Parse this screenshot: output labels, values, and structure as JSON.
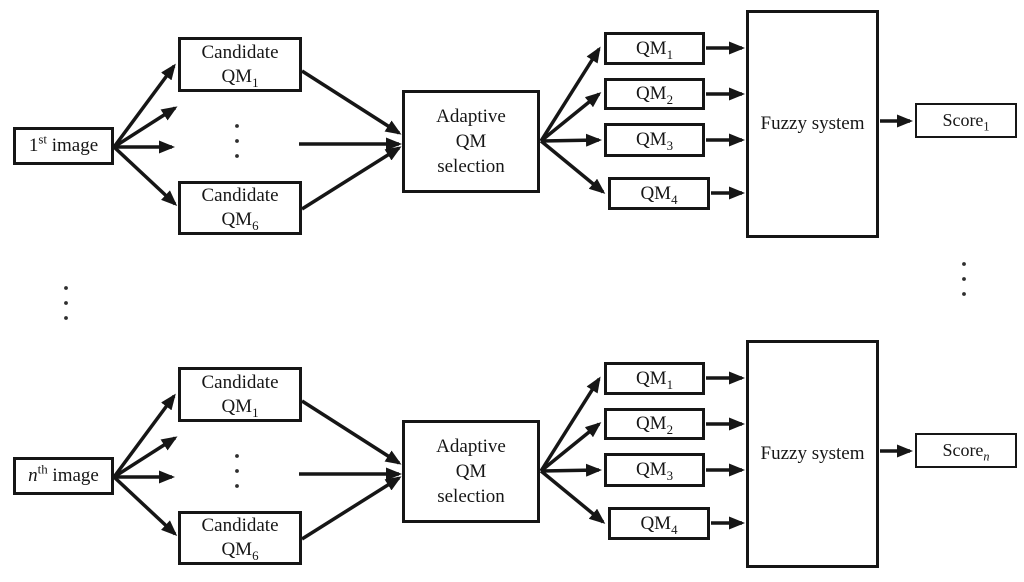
{
  "colors": {
    "line": "#161616",
    "background": "#ffffff"
  },
  "icons": {
    "vertical_ellipsis": "⋮",
    "arrowhead": "filled-triangle"
  },
  "rows": [
    {
      "input": {
        "base": "1",
        "sup": "st",
        "rest": " image"
      },
      "candidates": [
        {
          "line1": "Candidate",
          "base": "QM",
          "sub": "1"
        },
        {
          "line1": "Candidate",
          "base": "QM",
          "sub": "6"
        }
      ],
      "adaptive": {
        "line1": "Adaptive",
        "line2": "QM",
        "line3": "selection"
      },
      "qms": [
        {
          "base": "QM",
          "sub": "1"
        },
        {
          "base": "QM",
          "sub": "2"
        },
        {
          "base": "QM",
          "sub": "3"
        },
        {
          "base": "QM",
          "sub": "4"
        }
      ],
      "fuzzy": {
        "label": "Fuzzy system"
      },
      "score": {
        "base": "Score",
        "sub": "1"
      }
    },
    {
      "input": {
        "base": "n",
        "sup": "th",
        "rest": " image"
      },
      "candidates": [
        {
          "line1": "Candidate",
          "base": "QM",
          "sub": "1"
        },
        {
          "line1": "Candidate",
          "base": "QM",
          "sub": "6"
        }
      ],
      "adaptive": {
        "line1": "Adaptive",
        "line2": "QM",
        "line3": "selection"
      },
      "qms": [
        {
          "base": "QM",
          "sub": "1"
        },
        {
          "base": "QM",
          "sub": "2"
        },
        {
          "base": "QM",
          "sub": "3"
        },
        {
          "base": "QM",
          "sub": "4"
        }
      ],
      "fuzzy": {
        "label": "Fuzzy system"
      },
      "score": {
        "base": "Score",
        "sub": "n"
      }
    }
  ]
}
